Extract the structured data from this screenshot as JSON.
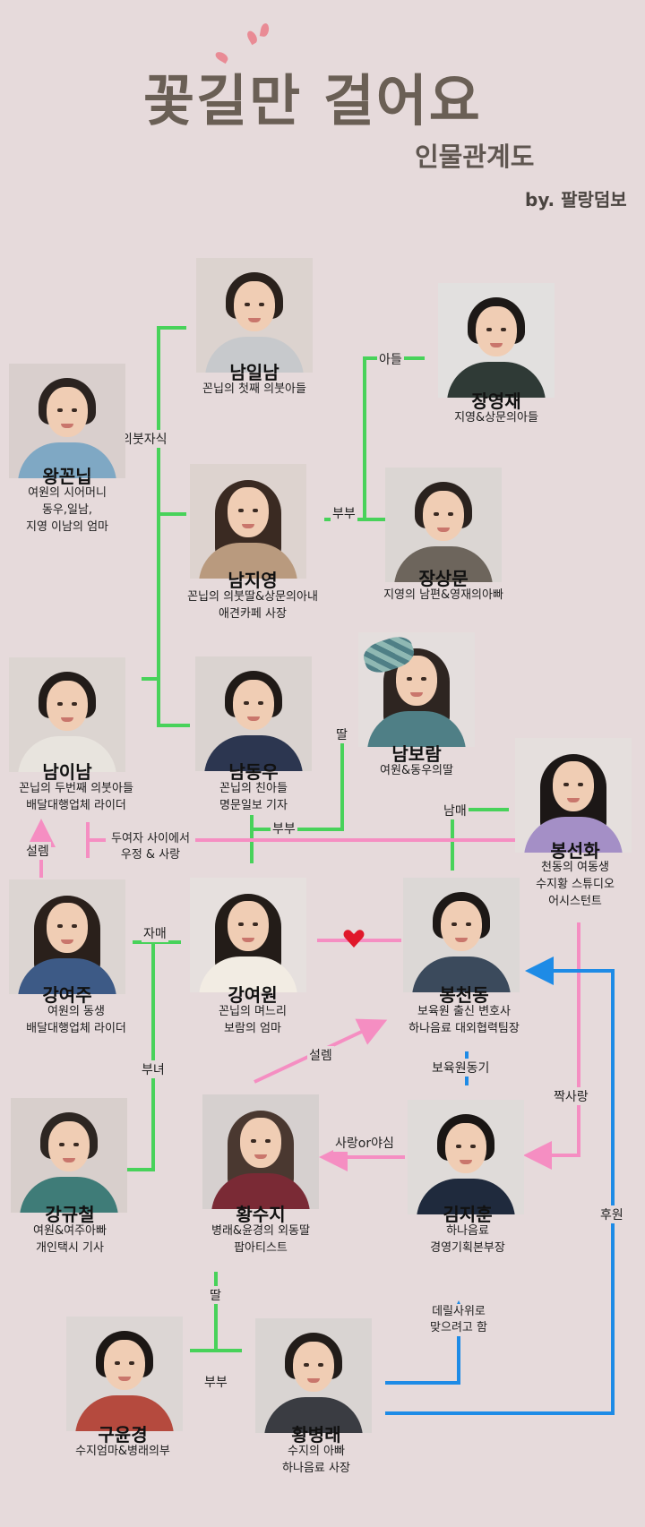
{
  "header": {
    "title": "꽃길만 걸어요",
    "subtitle": "인물관계도",
    "byline": "by. 팔랑덤보"
  },
  "characters": [
    {
      "id": "nam-ilnam",
      "name": "남일남",
      "desc": [
        "꼰닙의 첫째 의붓아들"
      ]
    },
    {
      "id": "jang-yeongjae",
      "name": "장영재",
      "desc": [
        "지영&상문의아들"
      ]
    },
    {
      "id": "wang-kkonnip",
      "name": "왕꼰닙",
      "desc": [
        "여원의 시어머니",
        "동우,일남,",
        "지영 이남의 엄마"
      ]
    },
    {
      "id": "nam-jiyeong",
      "name": "남지영",
      "desc": [
        "꼰닙의 의붓딸&상문의아내",
        "애견카페 사장"
      ]
    },
    {
      "id": "jang-sangmun",
      "name": "장상문",
      "desc": [
        "지영의 남편&영재의아빠"
      ]
    },
    {
      "id": "nam-boram",
      "name": "남보람",
      "desc": [
        "여원&동우의딸"
      ]
    },
    {
      "id": "nam-inam",
      "name": "남이남",
      "desc": [
        "꼰닙의 두번째 의붓아들",
        "배달대행업체 라이더"
      ]
    },
    {
      "id": "nam-dongwoo",
      "name": "남동우",
      "desc": [
        "꼰닙의 친아들",
        "명문일보 기자"
      ]
    },
    {
      "id": "bong-seonhwa",
      "name": "봉선화",
      "desc": [
        "천동의 여동생",
        "수지황 스튜디오",
        "어시스턴트"
      ]
    },
    {
      "id": "kang-yeoju",
      "name": "강여주",
      "desc": [
        "여원의 동생",
        "배달대행업체 라이더"
      ]
    },
    {
      "id": "kang-yeowon",
      "name": "강여원",
      "desc": [
        "꼰닙의 며느리",
        "보람의 엄마"
      ]
    },
    {
      "id": "bong-cheondong",
      "name": "봉천동",
      "desc": [
        "보육원 출신 변호사",
        "하나음료 대외협력팀장"
      ]
    },
    {
      "id": "kang-gyucheol",
      "name": "강규철",
      "desc": [
        "여원&여주아빠",
        "개인택시 기사"
      ]
    },
    {
      "id": "hwang-suji",
      "name": "황수지",
      "desc": [
        "병래&윤경의 외동딸",
        "팝아티스트"
      ]
    },
    {
      "id": "kim-jihun",
      "name": "김지훈",
      "desc": [
        "하나음료",
        "경영기획본부장"
      ]
    },
    {
      "id": "gu-yungyeong",
      "name": "구윤경",
      "desc": [
        "수지엄마&병래의부"
      ]
    },
    {
      "id": "hwang-byeongrae",
      "name": "황병래",
      "desc": [
        "수지의 아빠",
        "하나음료 사장"
      ]
    }
  ],
  "relations": {
    "adopted_children": "의붓자식",
    "son": "아들",
    "couple_top": "부부",
    "daughter_top": "딸",
    "couple_mid": "부부",
    "siblings_bro": "남매",
    "two_women": [
      "두여자 사이에서",
      "우정 & 사랑"
    ],
    "crush_inam": "설렘",
    "sisters": "자매",
    "father_daughters": "부녀",
    "crush_cheondong": "설렘",
    "orphanage_peers": "보육원동기",
    "unrequited": "짝사랑",
    "love_or_ambition": "사랑or야심",
    "sponsor": "후원",
    "daughter_bottom": "딸",
    "couple_bottom": "부부",
    "son_in_law": [
      "데릴사위로",
      "맞으려고 함"
    ]
  },
  "colors": {
    "background": "#e6dadb",
    "family_line": "#48d25a",
    "romance_line": "#f58ec2",
    "business_line": "#1e8be6",
    "heart": "#e0182a",
    "title": "#6a5f55"
  }
}
